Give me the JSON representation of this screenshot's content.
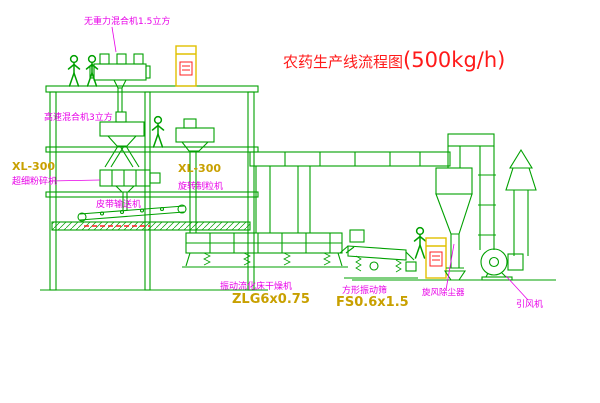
{
  "title": {
    "main": "农药生产线流程图",
    "capacity": "(500kg/h)"
  },
  "equipment_labels": {
    "gravity_mixer": "无重力混合机1.5立方",
    "high_speed_mixer": "高速混合机3立方",
    "pulverizer_model": "XL-300",
    "pulverizer": "超细粉碎机",
    "granulator_model": "XL-300",
    "granulator": "旋转制粒机",
    "belt_conveyor": "皮带输送机",
    "fluid_bed_dryer": "振动流化床干燥机",
    "fluid_bed_dryer_model": "ZLG6x0.75",
    "vibrating_screen": "方形振动筛",
    "vibrating_screen_model": "FS0.6x1.5",
    "cyclone": "旋风除尘器",
    "induced_draft_fan": "引风机"
  },
  "colors": {
    "line": "#00a000",
    "label": "#e800e8",
    "model": "#c8a000",
    "title": "#ff1a1a",
    "cabinet": "#e0c000",
    "alert": "#ff2020",
    "background": "#ffffff"
  }
}
